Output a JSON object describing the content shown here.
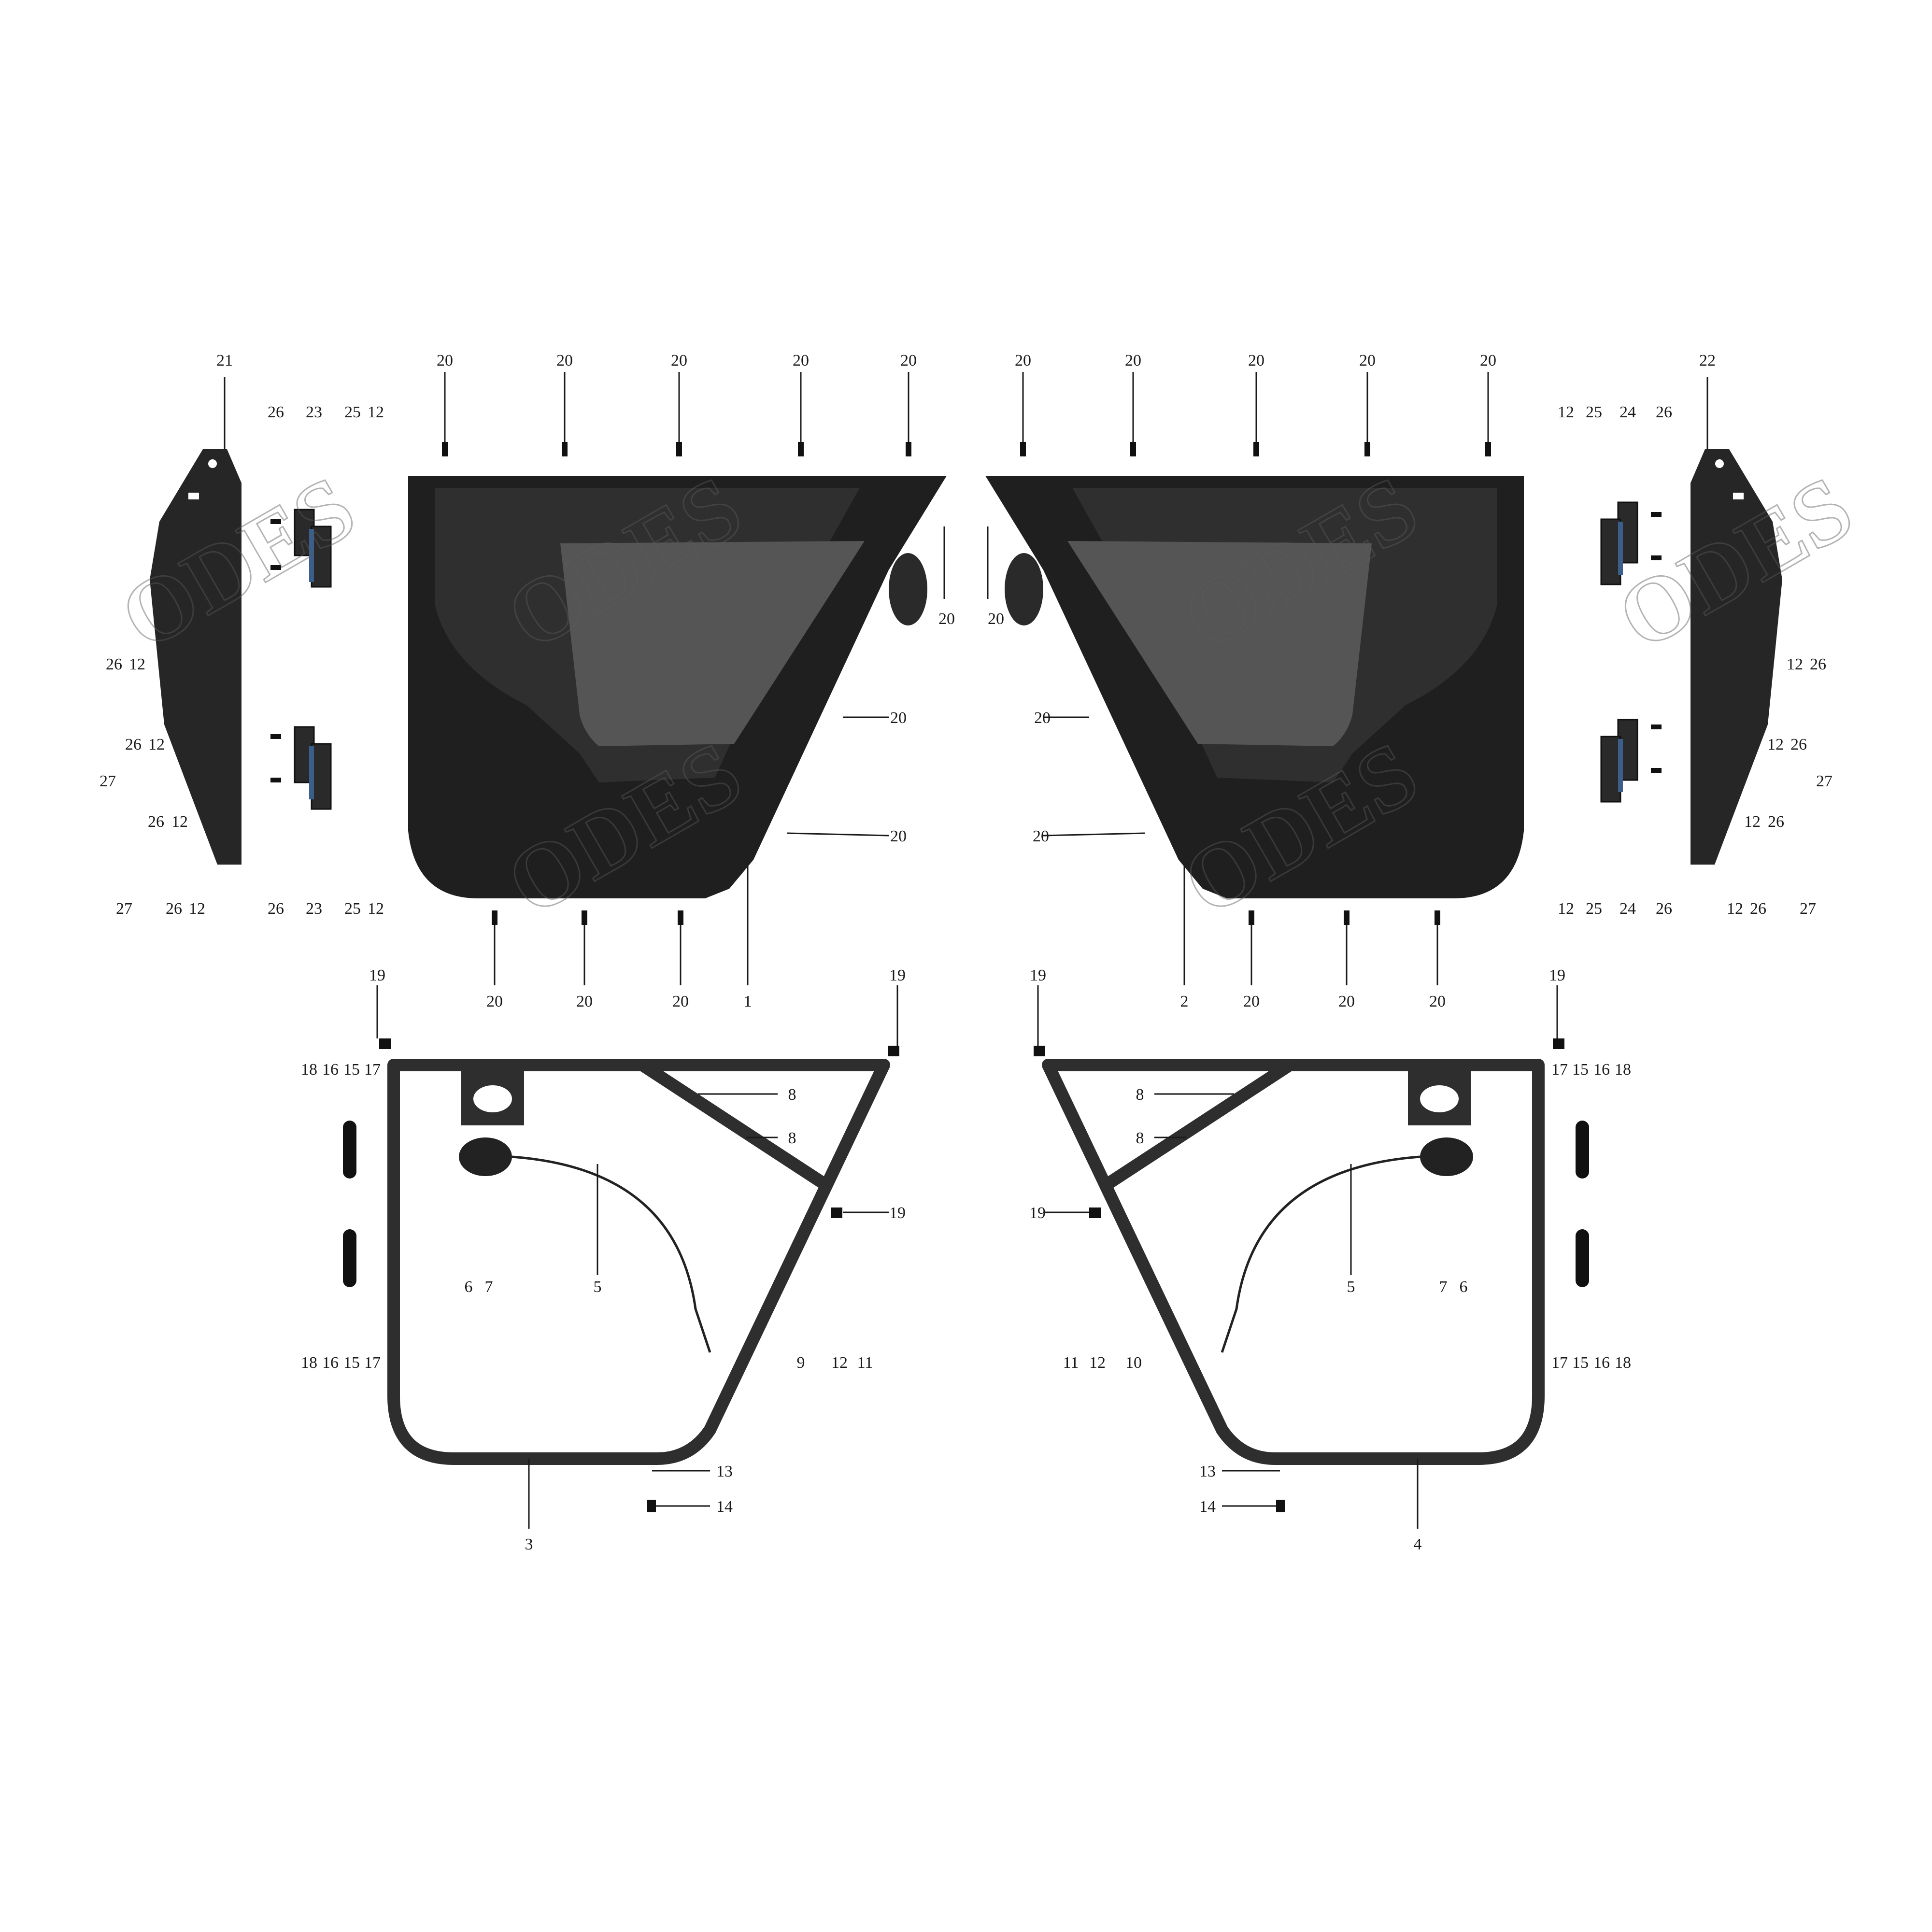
{
  "watermark": "ODES",
  "colors": {
    "panel": "#1f1f1f",
    "frame": "#2e2e2e",
    "hinge_pin": "#3b5f8a"
  },
  "callouts": {
    "c1": "1",
    "c2": "2",
    "c3": "3",
    "c4": "4",
    "c5": "5",
    "c6": "6",
    "c7": "7",
    "c8": "8",
    "c9": "9",
    "c10": "10",
    "c11": "11",
    "c12": "12",
    "c13": "13",
    "c14": "14",
    "c15": "15",
    "c16": "16",
    "c17": "17",
    "c18": "18",
    "c19": "19",
    "c20": "20",
    "c21": "21",
    "c22": "22",
    "c23": "23",
    "c24": "24",
    "c25": "25",
    "c26": "26",
    "c27": "27"
  },
  "parts": [
    {
      "ref": "1",
      "name": "door-panel-left"
    },
    {
      "ref": "2",
      "name": "door-panel-right"
    },
    {
      "ref": "3",
      "name": "door-frame-left"
    },
    {
      "ref": "4",
      "name": "door-frame-right"
    },
    {
      "ref": "5",
      "name": "latch-cable"
    },
    {
      "ref": "21",
      "name": "side-bracket-left"
    },
    {
      "ref": "22",
      "name": "side-bracket-right"
    },
    {
      "ref": "23",
      "name": "hinge-left"
    },
    {
      "ref": "24",
      "name": "hinge-right"
    }
  ]
}
